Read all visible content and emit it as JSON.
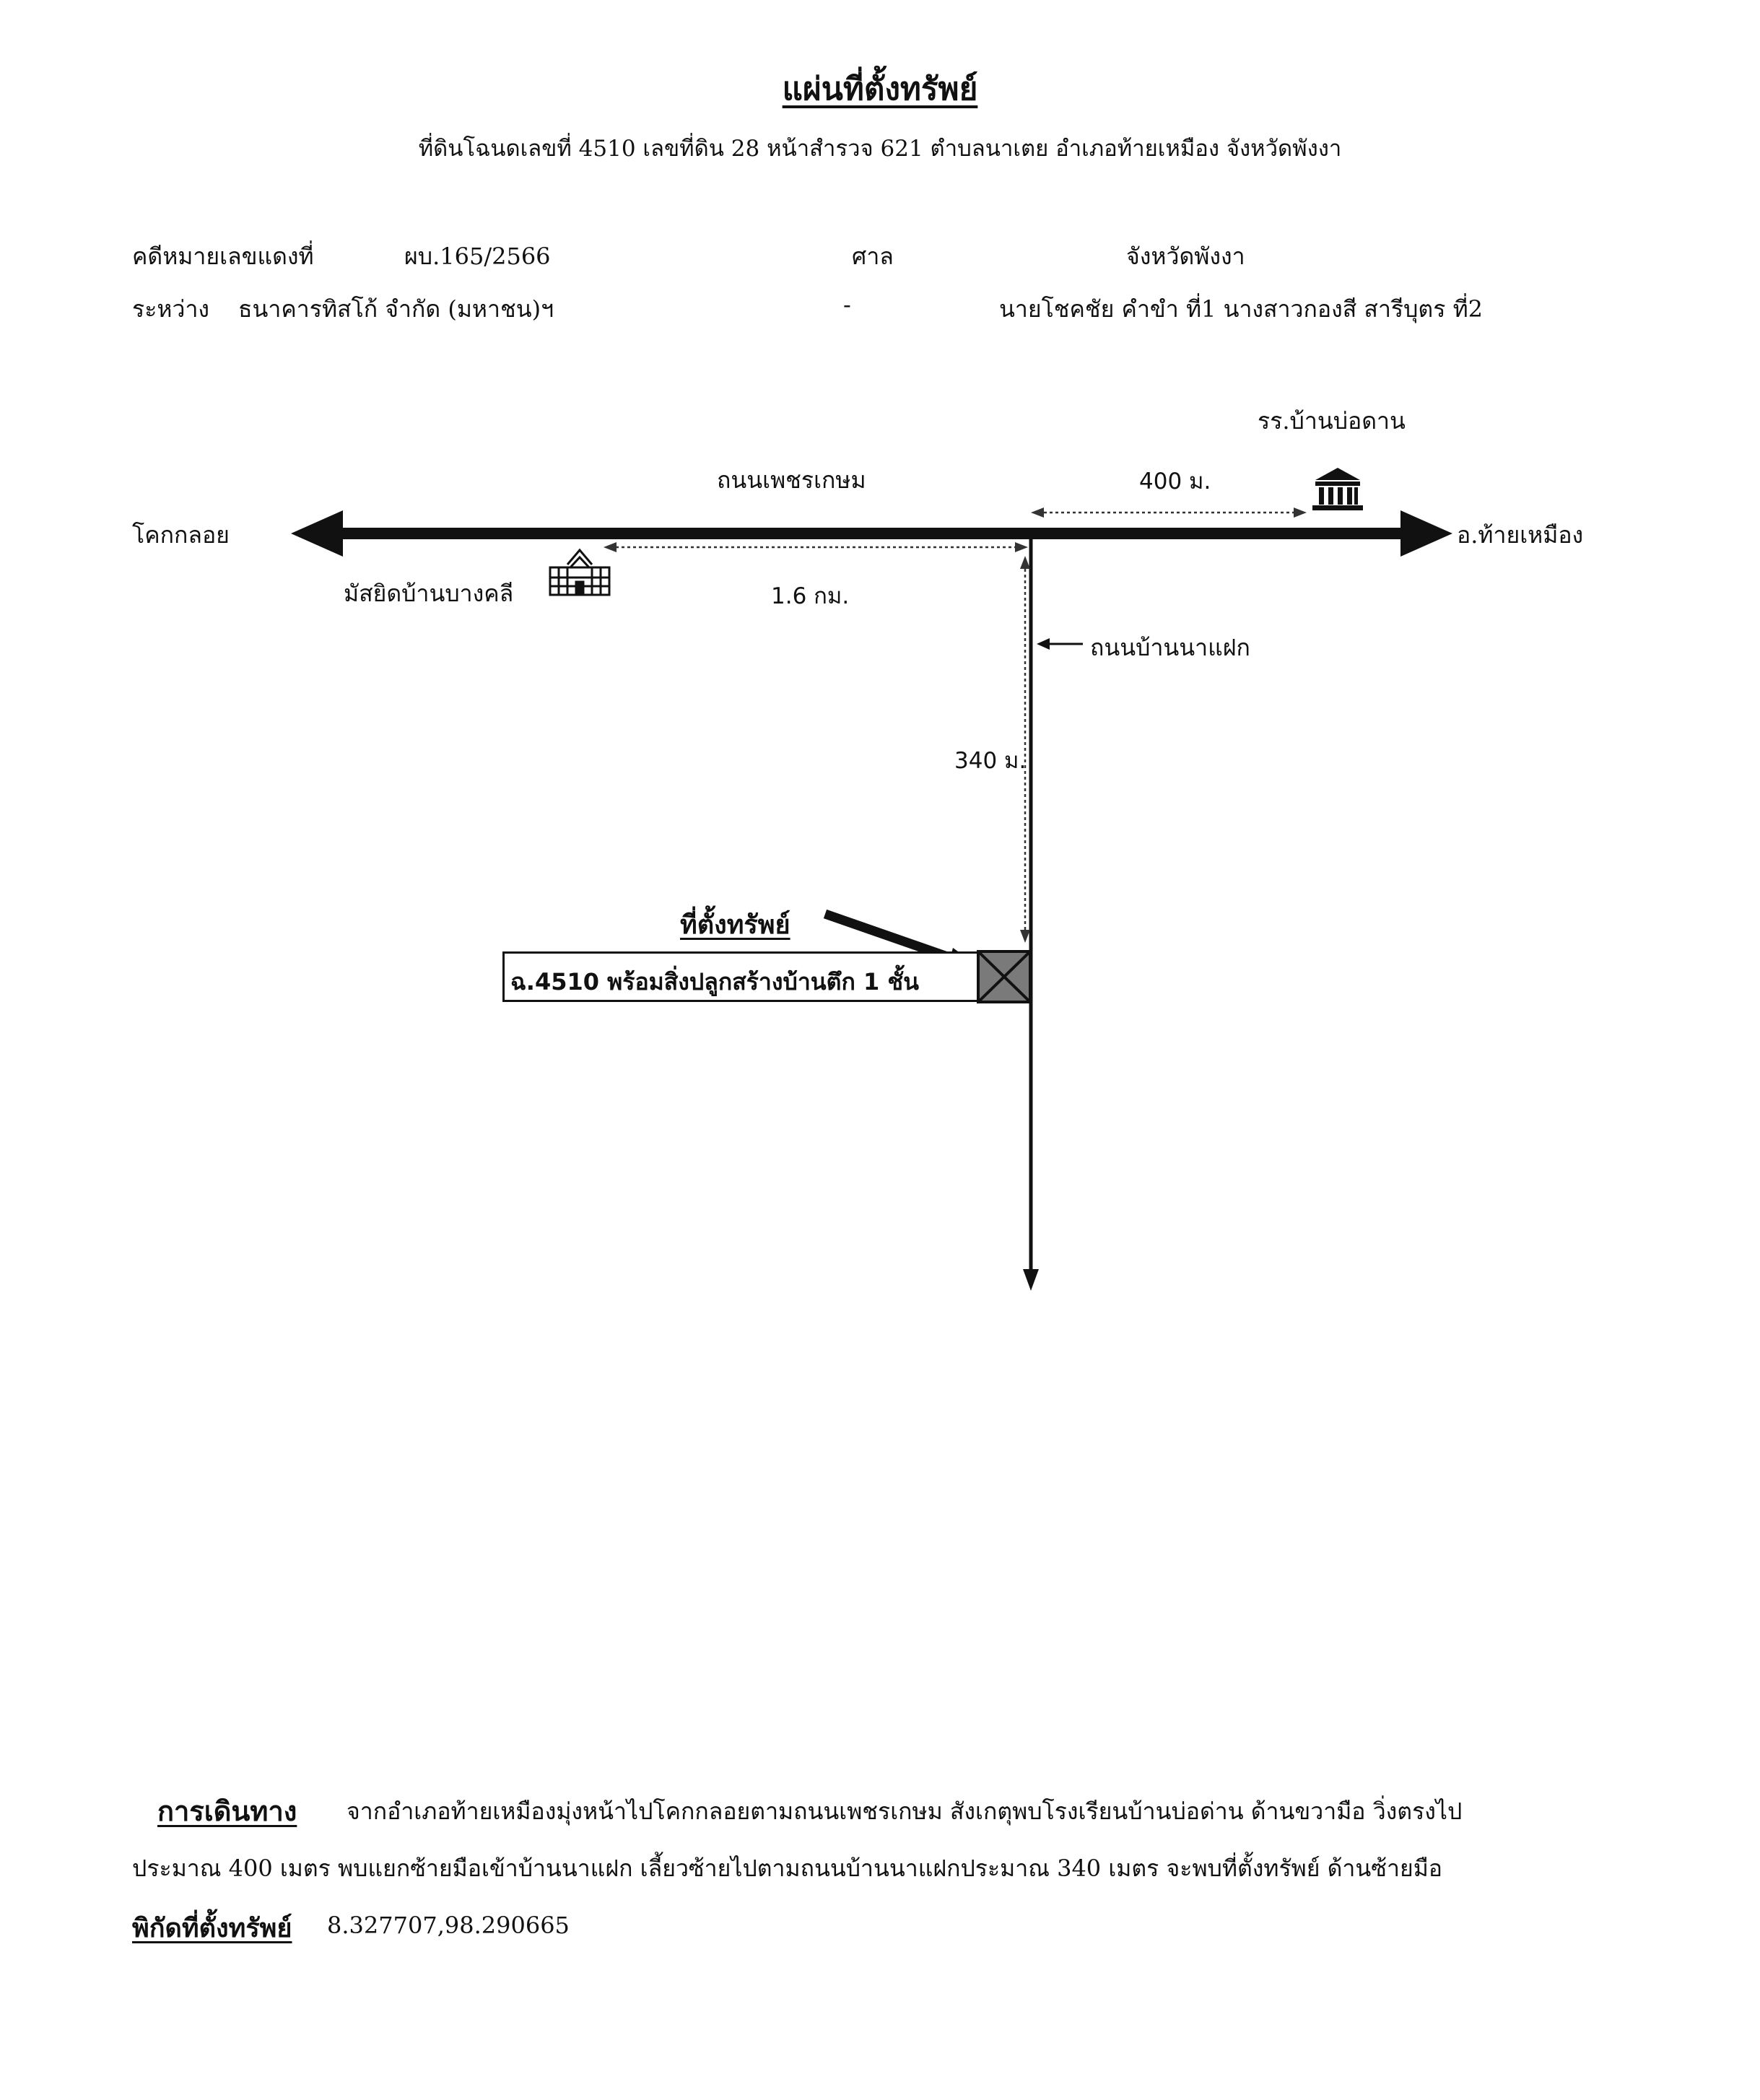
{
  "title": "แผ่นที่ตั้งทรัพย์",
  "subtitle": "ที่ดินโฉนดเลขที่ 4510 เลขที่ดิน 28 หน้าสำรวจ 621 ตำบลนาเตย อำเภอท้ายเหมือง จังหวัดพังงา",
  "case": {
    "label": "คดีหมายเลขแดงที่",
    "number": "ผบ.165/2566",
    "court_label": "ศาล",
    "court": "จังหวัดพังงา",
    "between_label": "ระหว่าง",
    "plaintiff": "ธนาคารทิสโก้ จำกัด (มหาชน)ฯ",
    "dash": "-",
    "defendants": "นายโชคชัย คำขำ ที่1 นางสาวกองสี  สารีบุตร ที่2"
  },
  "map": {
    "west_label": "โคกกลอย",
    "east_label": "อ.ท้ายเหมือง",
    "main_road": "ถนนเพชรเกษม",
    "school_label": "รร.บ้านบ่อดาน",
    "dist_school": "400 ม.",
    "mosque_label": "มัสยิดบ้านบางคลี",
    "dist_mosque": "1.6 กม.",
    "side_road": "ถนนบ้านนาแฝก",
    "dist_side": "340 ม.",
    "location_title": "ที่ตั้งทรัพย์",
    "location_desc": "ฉ.4510 พร้อมสิ่งปลูกสร้างบ้านตึก 1 ชั้น",
    "icons": [
      "school-icon",
      "mosque-icon",
      "property-marker-icon"
    ]
  },
  "directions": {
    "heading": "การเดินทาง",
    "line1": "จากอำเภอท้ายเหมืองมุ่งหน้าไปโคกกลอยตามถนนเพชรเกษม สังเกตุพบโรงเรียนบ้านบ่อด่าน ด้านขวามือ วิ่งตรงไป",
    "line2": "ประมาณ 400 เมตร พบแยกซ้ายมือเข้าบ้านนาแฝก เลี้ยวซ้ายไปตามถนนบ้านนาแฝกประมาณ 340 เมตร จะพบที่ตั้งทรัพย์ ด้านซ้ายมือ",
    "coord_label": "พิกัดที่ตั้งทรัพย์",
    "coords": "8.327707,98.290665"
  }
}
